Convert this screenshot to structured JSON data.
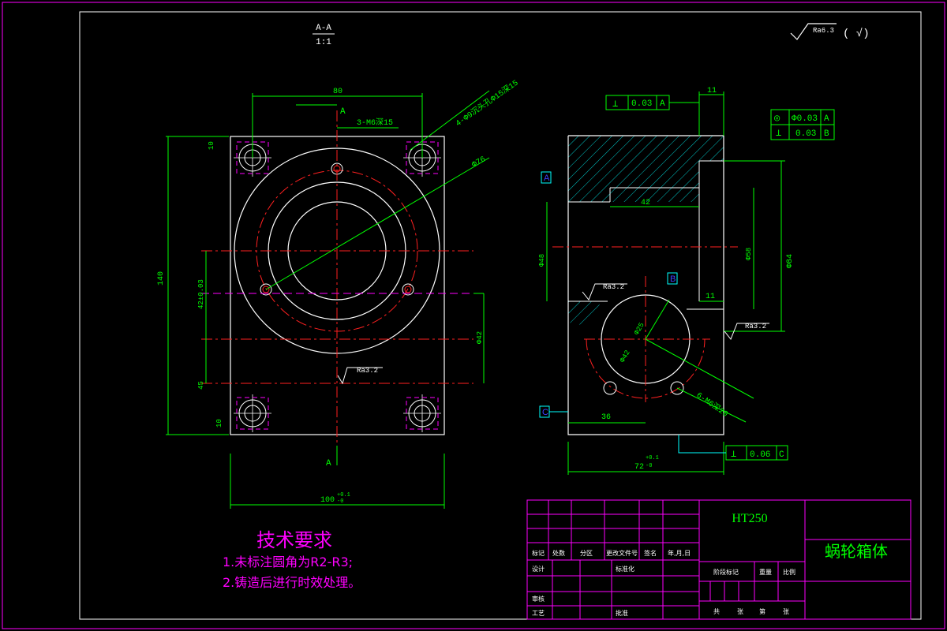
{
  "section": {
    "title": "A-A",
    "scale": "1:1",
    "cut_label": "A"
  },
  "roughness": {
    "main": "Ra6.3",
    "other": "( √)"
  },
  "front_view": {
    "dim_80": "80",
    "dim_hole_m6": "3-M6深15",
    "dim_4holes": "4-Φ9沉头孔Φ15深15",
    "dim_76": "Φ76",
    "dim_140": "140",
    "dim_10_top": "10",
    "dim_42_v": "42±0.03",
    "dim_45": "45",
    "dim_10_bot": "10",
    "dim_100": "100",
    "dim_100_tol": "+0.1",
    "dim_100_tol2": "-0",
    "dim_phi42": "Φ42",
    "ra32": "Ra3.2"
  },
  "side_view": {
    "fcf_top": {
      "symbol": "⊥",
      "value": "0.03",
      "datum": "A"
    },
    "fcf_right_1": {
      "symbol": "◎",
      "value": "Φ0.03",
      "datum": "A"
    },
    "fcf_right_2": {
      "symbol": "⊥",
      "value": "0.03",
      "datum": "B"
    },
    "fcf_bottom": {
      "symbol": "⊥",
      "value": "0.06",
      "datum": "C"
    },
    "dim_11_top": "11",
    "dim_42": "42",
    "dim_11_mid": "11",
    "dim_36": "36",
    "dim_72": "72",
    "dim_72_tol": "+0.1",
    "dim_72_tol2": "-0",
    "dim_phi84": "Φ84",
    "dim_phi58": "Φ58",
    "dim_phi48": "Φ48",
    "dim_phi42_r": "Φ42",
    "dim_phi25": "Φ25",
    "dim_6m6": "6-M6深20",
    "ra32_a": "Ra3.2",
    "ra32_b": "Ra3.2",
    "datum_a": "A",
    "datum_b": "B",
    "datum_c": "C"
  },
  "tech": {
    "title": "技术要求",
    "line1": "1.未标注圆角为R2-R3;",
    "line2": "2.铸造后进行时效处理。"
  },
  "title_block": {
    "material": "HT250",
    "part_name": "蜗轮箱体",
    "labels": {
      "mark": "标记",
      "count": "处数",
      "zone": "分区",
      "change_doc": "更改文件号",
      "sign": "签名",
      "date": "年,月,日",
      "design": "设计",
      "std": "标准化",
      "stage_mark": "阶段标记",
      "weight": "重量",
      "ratio": "比例",
      "review": "审核",
      "process": "工艺",
      "approve": "批准",
      "total": "共",
      "sheets": "张",
      "page": "第",
      "sheet2": "张"
    }
  },
  "colors": {
    "border": "#ff00ff",
    "outline": "#ffffff",
    "dim": "#00ff00",
    "center": "#ff0000",
    "hatch": "#00ffff",
    "tech": "#ff00ff",
    "frame": "#ff00ff"
  }
}
